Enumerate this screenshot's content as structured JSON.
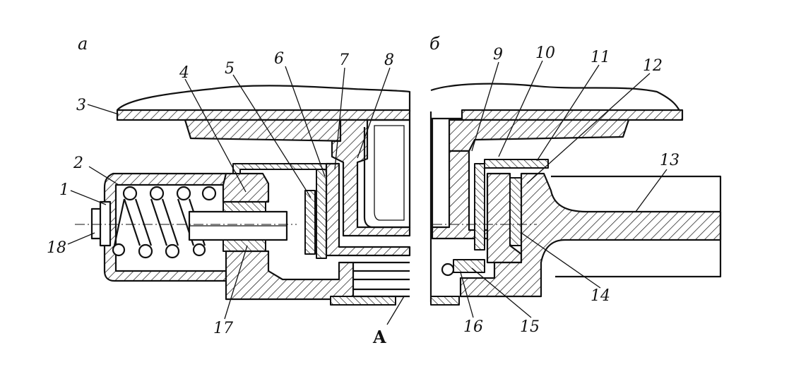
{
  "views": {
    "left_label": "а",
    "right_label": "б"
  },
  "section_marker": "A",
  "callouts": [
    "1",
    "2",
    "3",
    "4",
    "5",
    "6",
    "7",
    "8",
    "9",
    "10",
    "11",
    "12",
    "13",
    "14",
    "15",
    "16",
    "17",
    "18"
  ]
}
